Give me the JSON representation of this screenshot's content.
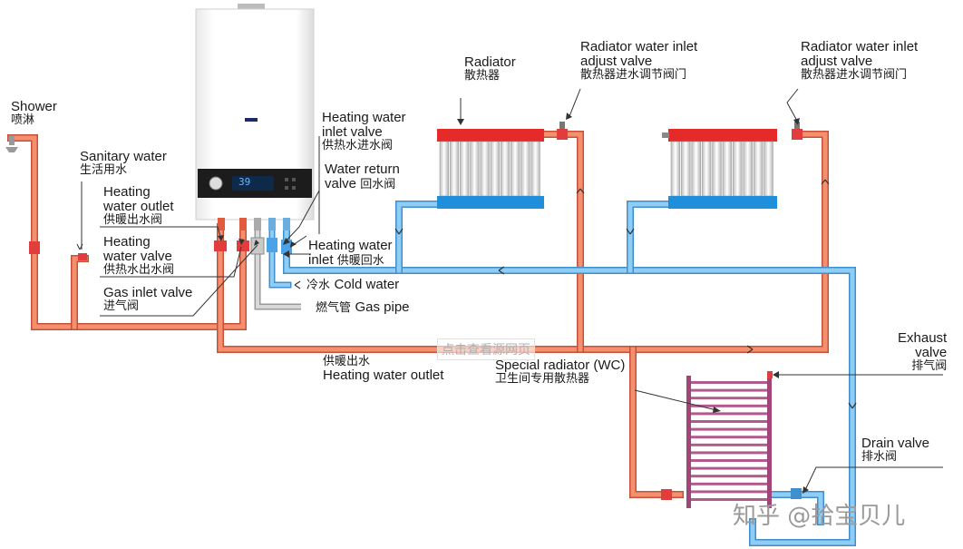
{
  "labels": {
    "shower_en": "Shower",
    "shower_zh": "喷淋",
    "sanitary_en": "Sanitary water",
    "sanitary_zh": "生活用水",
    "hw_outlet_valve_en1": "Heating",
    "hw_outlet_valve_en2": "water outlet",
    "hw_outlet_valve_zh": "供暖出水阀",
    "hw_valve_en1": "Heating",
    "hw_valve_en2": "water valve",
    "hw_valve_zh": "供热水出水阀",
    "gas_inlet_en": "Gas inlet valve",
    "gas_inlet_zh": "进气阀",
    "hw_inlet_valve_en1": "Heating water",
    "hw_inlet_valve_en2": "inlet valve",
    "hw_inlet_valve_zh": "供热水进水阀",
    "return_valve_en1": "Water return",
    "return_valve_en2": "valve",
    "return_valve_zh": "回水阀",
    "hw_inlet_en1": "Heating water",
    "hw_inlet_en2": "inlet",
    "hw_inlet_zh": "供暖回水",
    "cold_zh": "冷水",
    "cold_en": "Cold water",
    "gas_pipe_zh": "燃气管",
    "gas_pipe_en": "Gas pipe",
    "radiator_en": "Radiator",
    "radiator_zh": "散热器",
    "rad_inlet1_en1": "Radiator water inlet",
    "rad_inlet1_en2": "adjust valve",
    "rad_inlet1_zh": "散热器进水调节阀门",
    "rad_inlet2_en1": "Radiator water inlet",
    "rad_inlet2_en2": "adjust valve",
    "rad_inlet2_zh": "散热器进水调节阀门",
    "hw_outlet_zh": "供暖出水",
    "hw_outlet_en": "Heating water outlet",
    "special_rad_en": "Special radiator (WC)",
    "special_rad_zh": "卫生间专用散热器",
    "exhaust_en1": "Exhaust",
    "exhaust_en2": "valve",
    "exhaust_zh": "排气阀",
    "drain_en": "Drain valve",
    "drain_zh": "排水阀"
  },
  "boiler_display": "39",
  "watermarks": {
    "center": "点击查看源网页",
    "corner": "知乎 @拾宝贝儿"
  },
  "colors": {
    "hot_pipe": "#f07a5a",
    "hot_pipe_edge": "#c8503a",
    "cold_pipe": "#7cc0ee",
    "cold_pipe_edge": "#3f8fcf",
    "gas_pipe": "#c8c8c8",
    "valve_red": "#e23d3d",
    "radiator_top": "#e52a2a",
    "radiator_bottom": "#1f8fdc",
    "towel_rail": "#a0457a",
    "display_blue": "#6ab8ff"
  }
}
